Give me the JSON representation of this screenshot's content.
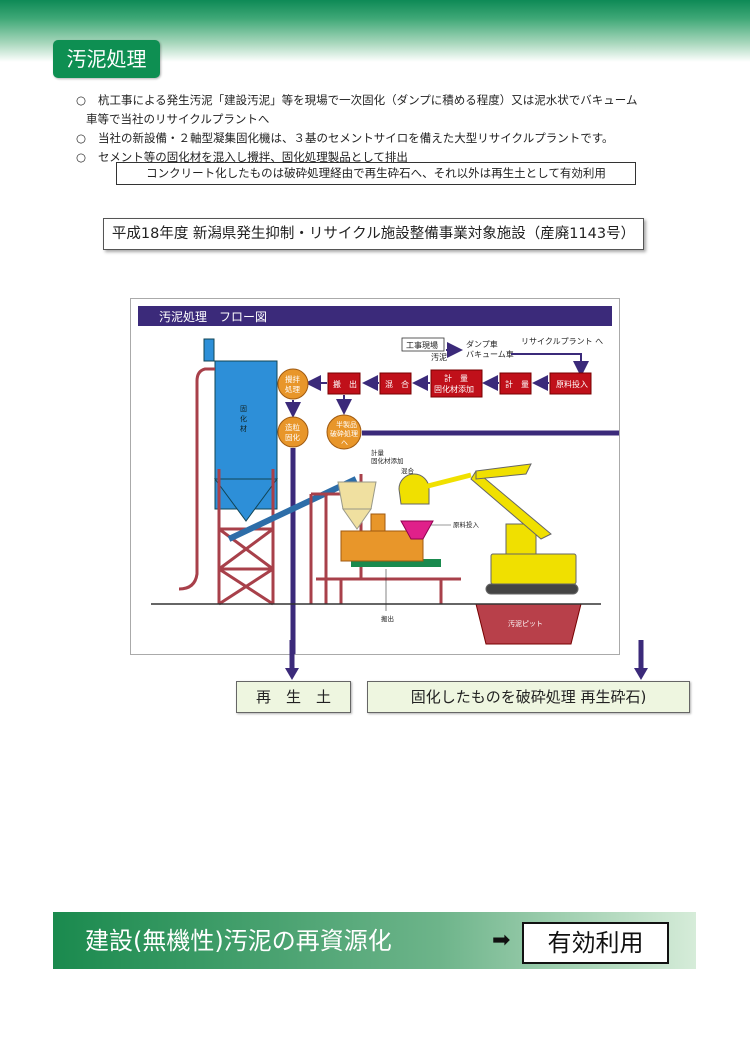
{
  "header": {
    "title": "汚泥処理"
  },
  "bullets": [
    {
      "mark": "○",
      "text": "杭工事による発生汚泥「建設汚泥」等を現場で一次固化（ダンプに積める程度）又は泥水状でバキューム"
    },
    {
      "mark": "",
      "text": "車等で当社のリサイクルプラントへ"
    },
    {
      "mark": "○",
      "text": "当社の新設備・２軸型凝集固化機は、３基のセメントサイロを備えた大型リサイクルプラントです。"
    },
    {
      "mark": "○",
      "text": "セメント等の固化材を混入し攪拌、固化処理製品として排出"
    }
  ],
  "note": "コンクリート化したものは破砕処理経由で再生砕石へ、それ以外は再生土として有効利用",
  "facility": "平成18年度 新潟県発生抑制・リサイクル施設整備事業対象施設（産廃1143号）",
  "diagram": {
    "title": "汚泥処理　フロー図",
    "site_label": "工事現場",
    "sludge_label": "汚泥",
    "dump_label": "ダンプ車",
    "vacuum_label": "バキューム車",
    "to_plant_label": "リサイクルプラント へ",
    "steps": {
      "input": "原料投入",
      "measure": "計　量",
      "measure_add_1": "計　量",
      "measure_add_2": "固化材添加",
      "mix": "混　合",
      "discharge": "搬　出"
    },
    "circles": {
      "stir_1": "攪拌",
      "stir_2": "処理",
      "granule_1": "造粒",
      "granule_2": "固化",
      "semi_1": "半製品",
      "semi_2": "破砕処理",
      "semi_3": "へ"
    },
    "silo_label_1": "固",
    "silo_label_2": "化",
    "silo_label_3": "材",
    "callouts": {
      "measure": "計量",
      "measure_add": "固化材添加",
      "mix": "混合",
      "raw_input": "原料投入",
      "discharge": "搬出",
      "pit": "汚泥ピット"
    }
  },
  "results": {
    "soil": "再　生　土",
    "crushed": "固化したものを破砕処理 再生砕石)"
  },
  "banner": {
    "text": "建設(無機性)汚泥の再資源化",
    "arrow": "➡",
    "box": "有効利用"
  },
  "colors": {
    "green": "#0e8f52",
    "purple_bar": "#3b2a7a",
    "flow_red": "#c0101a",
    "silo_blue": "#2d8fd8",
    "plant_orange": "#e8962a",
    "excavator_yellow": "#f0e000",
    "frame_brown": "#a8404a"
  }
}
